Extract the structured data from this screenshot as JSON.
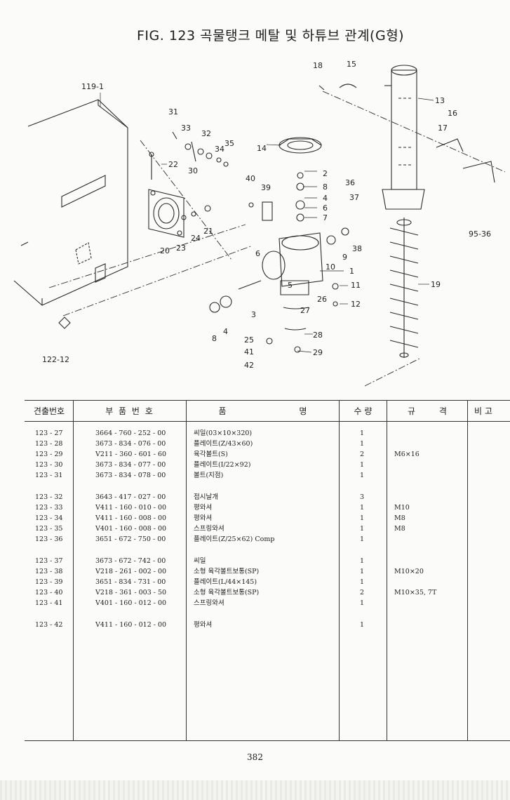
{
  "title": "FIG. 123 곡물탱크 메탈 및 하튜브 관계(G형)",
  "callouts": [
    "119-1",
    "31",
    "33",
    "32",
    "34",
    "35",
    "30",
    "22",
    "18",
    "15",
    "13",
    "16",
    "17",
    "14",
    "2",
    "8",
    "4",
    "6",
    "7",
    "36",
    "37",
    "38",
    "9",
    "10",
    "1",
    "11",
    "12",
    "19",
    "20",
    "23",
    "24",
    "21",
    "40",
    "39",
    "3",
    "27",
    "26",
    "28",
    "29",
    "25",
    "41",
    "42",
    "5",
    "95-36",
    "122-12"
  ],
  "headers": {
    "ref": "견출번호",
    "part_no": "부 품 번 호",
    "name": "품 명",
    "qty": "수 량",
    "spec": "규 격",
    "remarks": "비 고"
  },
  "rows": [
    {
      "ref": "123 - 27",
      "part_no": "3664 - 760 - 252 - 00",
      "name": "씨일(03×10×320)",
      "qty": "1",
      "spec": ""
    },
    {
      "ref": "123 - 28",
      "part_no": "3673 - 834 - 076 - 00",
      "name": "플레이트(Z/43×60)",
      "qty": "1",
      "spec": ""
    },
    {
      "ref": "123 - 29",
      "part_no": "V211 - 360 - 601 - 60",
      "name": "육각볼트(S)",
      "qty": "2",
      "spec": "M6×16"
    },
    {
      "ref": "123 - 30",
      "part_no": "3673 - 834 - 077 - 00",
      "name": "플레이트(I/22×92)",
      "qty": "1",
      "spec": ""
    },
    {
      "ref": "123 - 31",
      "part_no": "3673 - 834 - 078 - 00",
      "name": "볼트(지점)",
      "qty": "1",
      "spec": ""
    },
    {
      "ref": "123 - 32",
      "part_no": "3643 - 417 - 027 - 00",
      "name": "접시날개",
      "qty": "3",
      "spec": ""
    },
    {
      "ref": "123 - 33",
      "part_no": "V411 - 160 - 010 - 00",
      "name": "평와셔",
      "qty": "1",
      "spec": "M10"
    },
    {
      "ref": "123 - 34",
      "part_no": "V411 - 160 - 008 - 00",
      "name": "평와셔",
      "qty": "1",
      "spec": "M8"
    },
    {
      "ref": "123 - 35",
      "part_no": "V401 - 160 - 008 - 00",
      "name": "스프링와셔",
      "qty": "1",
      "spec": "M8"
    },
    {
      "ref": "123 - 36",
      "part_no": "3651 - 672 - 750 - 00",
      "name": "플레이트(Z/25×62) Comp",
      "qty": "1",
      "spec": ""
    },
    {
      "ref": "123 - 37",
      "part_no": "3673 - 672 - 742 - 00",
      "name": "씨일",
      "qty": "1",
      "spec": ""
    },
    {
      "ref": "123 - 38",
      "part_no": "V218 - 261 - 002 - 00",
      "name": "소형 육각볼트보통(SP)",
      "qty": "1",
      "spec": "M10×20"
    },
    {
      "ref": "123 - 39",
      "part_no": "3651 - 834 - 731 - 00",
      "name": "플레이트(L/44×145)",
      "qty": "1",
      "spec": ""
    },
    {
      "ref": "123 - 40",
      "part_no": "V218 - 361 - 003 - 50",
      "name": "소형 육각볼트보통(SP)",
      "qty": "2",
      "spec": "M10×35, 7T"
    },
    {
      "ref": "123 - 41",
      "part_no": "V401 - 160 - 012 - 00",
      "name": "스프링와셔",
      "qty": "1",
      "spec": ""
    },
    {
      "ref": "123 - 42",
      "part_no": "V411 - 160 - 012 - 00",
      "name": "평와셔",
      "qty": "1",
      "spec": ""
    }
  ],
  "page_number": "382"
}
